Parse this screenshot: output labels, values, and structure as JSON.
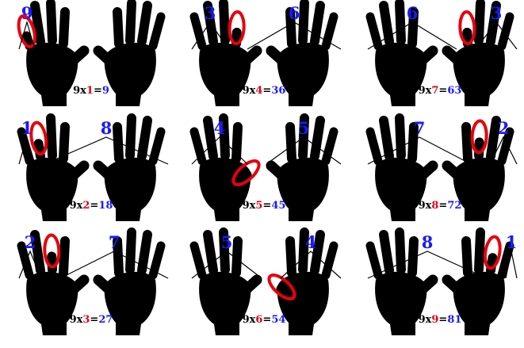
{
  "panels": [
    {
      "left_count": "9",
      "right_count": "",
      "multiplier": "9",
      "times": "x",
      "n": "1",
      "eq": "=",
      "result": "9",
      "folded_finger": 1
    },
    {
      "left_count": "3",
      "right_count": "6",
      "multiplier": "9",
      "times": "x",
      "n": "4",
      "eq": "=",
      "result": "36",
      "folded_finger": 4
    },
    {
      "left_count": "6",
      "right_count": "3",
      "multiplier": "9",
      "times": "x",
      "n": "7",
      "eq": "=",
      "result": "63",
      "folded_finger": 7
    },
    {
      "left_count": "1",
      "right_count": "8",
      "multiplier": "9",
      "times": "x",
      "n": "2",
      "eq": "=",
      "result": "18",
      "folded_finger": 2
    },
    {
      "left_count": "4",
      "right_count": "5",
      "multiplier": "9",
      "times": "x",
      "n": "5",
      "eq": "=",
      "result": "45",
      "folded_finger": 5
    },
    {
      "left_count": "7",
      "right_count": "2",
      "multiplier": "9",
      "times": "x",
      "n": "8",
      "eq": "=",
      "result": "72",
      "folded_finger": 8
    },
    {
      "left_count": "2",
      "right_count": "7",
      "multiplier": "9",
      "times": "x",
      "n": "3",
      "eq": "=",
      "result": "27",
      "folded_finger": 3
    },
    {
      "left_count": "5",
      "right_count": "4",
      "multiplier": "9",
      "times": "x",
      "n": "6",
      "eq": "=",
      "result": "54",
      "folded_finger": 6
    },
    {
      "left_count": "8",
      "right_count": "1",
      "multiplier": "9",
      "times": "x",
      "n": "9",
      "eq": "=",
      "result": "81",
      "folded_finger": 9
    }
  ],
  "colors": {
    "count": "#1a1aff",
    "multiplier": "#000000",
    "n": "#e0001b",
    "result": "#1a1aff",
    "ring": "#e8000b",
    "hand": "#000000"
  },
  "icons": [
    "left-hand-icon",
    "right-hand-icon",
    "folded-finger-ring-icon"
  ]
}
